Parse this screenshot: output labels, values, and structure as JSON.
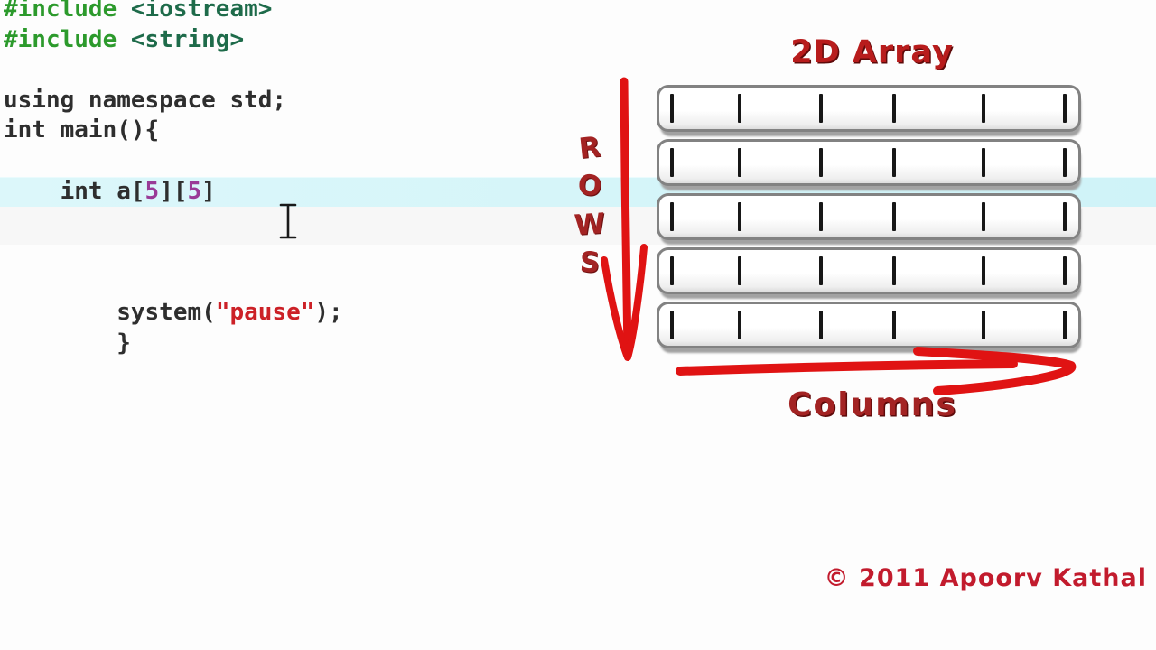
{
  "colors": {
    "preprocessor_green": "#2c9a2c",
    "header_dark_green": "#1e6b4a",
    "code_plain": "#2e2e2e",
    "number_purple": "#993a97",
    "string_red": "#cc2127",
    "highlight_cyan": "#cff3f8",
    "highlight_cyan_light": "#dcf7fa",
    "tick_black": "#171717",
    "arrow_red": "#e01313",
    "label_dark_red": "#a32323",
    "title_red": "#b81c1c",
    "copyright_red": "#c21b2d"
  },
  "code": {
    "lines": [
      {
        "row": 0,
        "segments": [
          {
            "c": "preprocessor_green",
            "t": "#include "
          },
          {
            "c": "header_dark_green",
            "t": "<iostream>"
          }
        ]
      },
      {
        "row": 1,
        "segments": [
          {
            "c": "preprocessor_green",
            "t": "#include "
          },
          {
            "c": "header_dark_green",
            "t": "<string>"
          }
        ]
      },
      {
        "row": 3,
        "segments": [
          {
            "c": "code_plain",
            "t": "using namespace std;"
          }
        ]
      },
      {
        "row": 4,
        "segments": [
          {
            "c": "code_plain",
            "t": "int main(){"
          }
        ]
      },
      {
        "row": 6,
        "highlighted": true,
        "segments": [
          {
            "c": "code_plain",
            "t": "    int a["
          },
          {
            "c": "number_purple",
            "t": "5"
          },
          {
            "c": "code_plain",
            "t": "]["
          },
          {
            "c": "number_purple",
            "t": "5"
          },
          {
            "c": "code_plain",
            "t": "]"
          }
        ]
      },
      {
        "row": 10,
        "segments": [
          {
            "c": "code_plain",
            "t": "        system("
          },
          {
            "c": "string_red",
            "t": "\"pause\""
          },
          {
            "c": "code_plain",
            "t": ");"
          }
        ]
      },
      {
        "row": 11,
        "segments": [
          {
            "c": "code_plain",
            "t": "        }"
          }
        ]
      }
    ]
  },
  "diagram": {
    "title": "2D Array",
    "rows_label": "ROWS",
    "rows_letters": [
      "R",
      "O",
      "W",
      "S"
    ],
    "columns_label": "Columns",
    "row_count": 5,
    "ticks_per_row": 6
  },
  "footer": {
    "copyright": "© 2011 Apoorv Kathal"
  }
}
